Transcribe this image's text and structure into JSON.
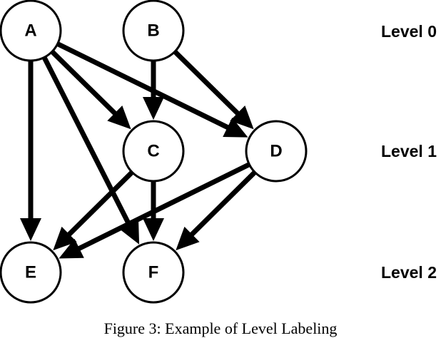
{
  "nodes": [
    {
      "id": "A",
      "label": "A",
      "level": 0
    },
    {
      "id": "B",
      "label": "B",
      "level": 0
    },
    {
      "id": "C",
      "label": "C",
      "level": 1
    },
    {
      "id": "D",
      "label": "D",
      "level": 1
    },
    {
      "id": "E",
      "label": "E",
      "level": 2
    },
    {
      "id": "F",
      "label": "F",
      "level": 2
    }
  ],
  "edges": [
    {
      "from": "A",
      "to": "C"
    },
    {
      "from": "A",
      "to": "D"
    },
    {
      "from": "A",
      "to": "E"
    },
    {
      "from": "A",
      "to": "F"
    },
    {
      "from": "B",
      "to": "C"
    },
    {
      "from": "B",
      "to": "D"
    },
    {
      "from": "C",
      "to": "E"
    },
    {
      "from": "C",
      "to": "F"
    },
    {
      "from": "D",
      "to": "E"
    },
    {
      "from": "D",
      "to": "F"
    }
  ],
  "levels": [
    "Level 0",
    "Level 1",
    "Level 2"
  ],
  "caption": "Figure 3: Example of Level Labeling",
  "colors": {
    "stroke": "#000000",
    "fill": "#ffffff"
  }
}
